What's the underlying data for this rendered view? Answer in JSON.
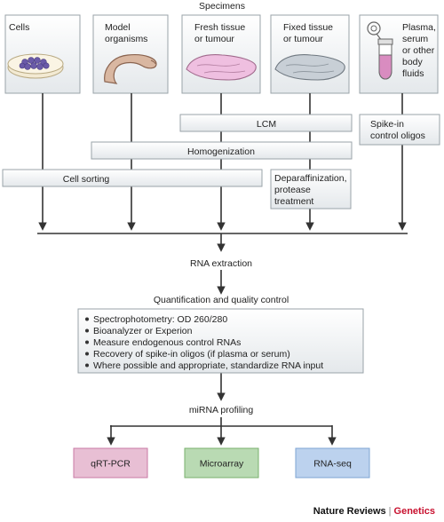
{
  "specimens_label": "Specimens",
  "specimens": [
    {
      "lines": [
        "Cells"
      ]
    },
    {
      "lines": [
        "Model",
        "organisms"
      ]
    },
    {
      "lines": [
        "Fresh tissue",
        "or tumour"
      ]
    },
    {
      "lines": [
        "Fixed tissue",
        "or tumour"
      ]
    },
    {
      "lines": [
        "Plasma,",
        "serum",
        "or other",
        "body",
        "fluids"
      ]
    }
  ],
  "steps": {
    "lcm": "LCM",
    "spike_in": [
      "Spike-in",
      "control oligos"
    ],
    "homogenization": "Homogenization",
    "cell_sorting": "Cell sorting",
    "deparaffinization": [
      "Deparaffinization,",
      "protease",
      "treatment"
    ],
    "rna_extraction": "RNA extraction",
    "qc_title": "Quantification and quality control",
    "qc_items": [
      "Spectrophotometry: OD 260/280",
      "Bioanalyzer or Experion",
      "Measure endogenous control RNAs",
      "Recovery of spike-in oligos (if plasma or serum)",
      "Where possible and appropriate, standardize RNA input"
    ],
    "profiling_title": "miRNA profiling"
  },
  "methods": [
    {
      "label": "qRT-PCR",
      "fill": "#e8bfd4",
      "stroke": "#c97aa5"
    },
    {
      "label": "Microarray",
      "fill": "#b9dab3",
      "stroke": "#79b06e"
    },
    {
      "label": "RNA-seq",
      "fill": "#bcd2ee",
      "stroke": "#7ea4d3"
    }
  ],
  "colors": {
    "box_fill": "#eef1f3",
    "box_stroke": "#9aa3a8",
    "arrow": "#333333",
    "dish_fill": "#f3ead3",
    "cell_fill": "#6a5aa8",
    "worm_fill": "#d9b7a1",
    "fresh_tissue": "#efbfe0",
    "fixed_tissue": "#c8cfd6",
    "tube_liquid": "#d98cc0"
  },
  "footer": {
    "publisher": "Nature Reviews",
    "separator": "|",
    "journal": "Genetics"
  }
}
